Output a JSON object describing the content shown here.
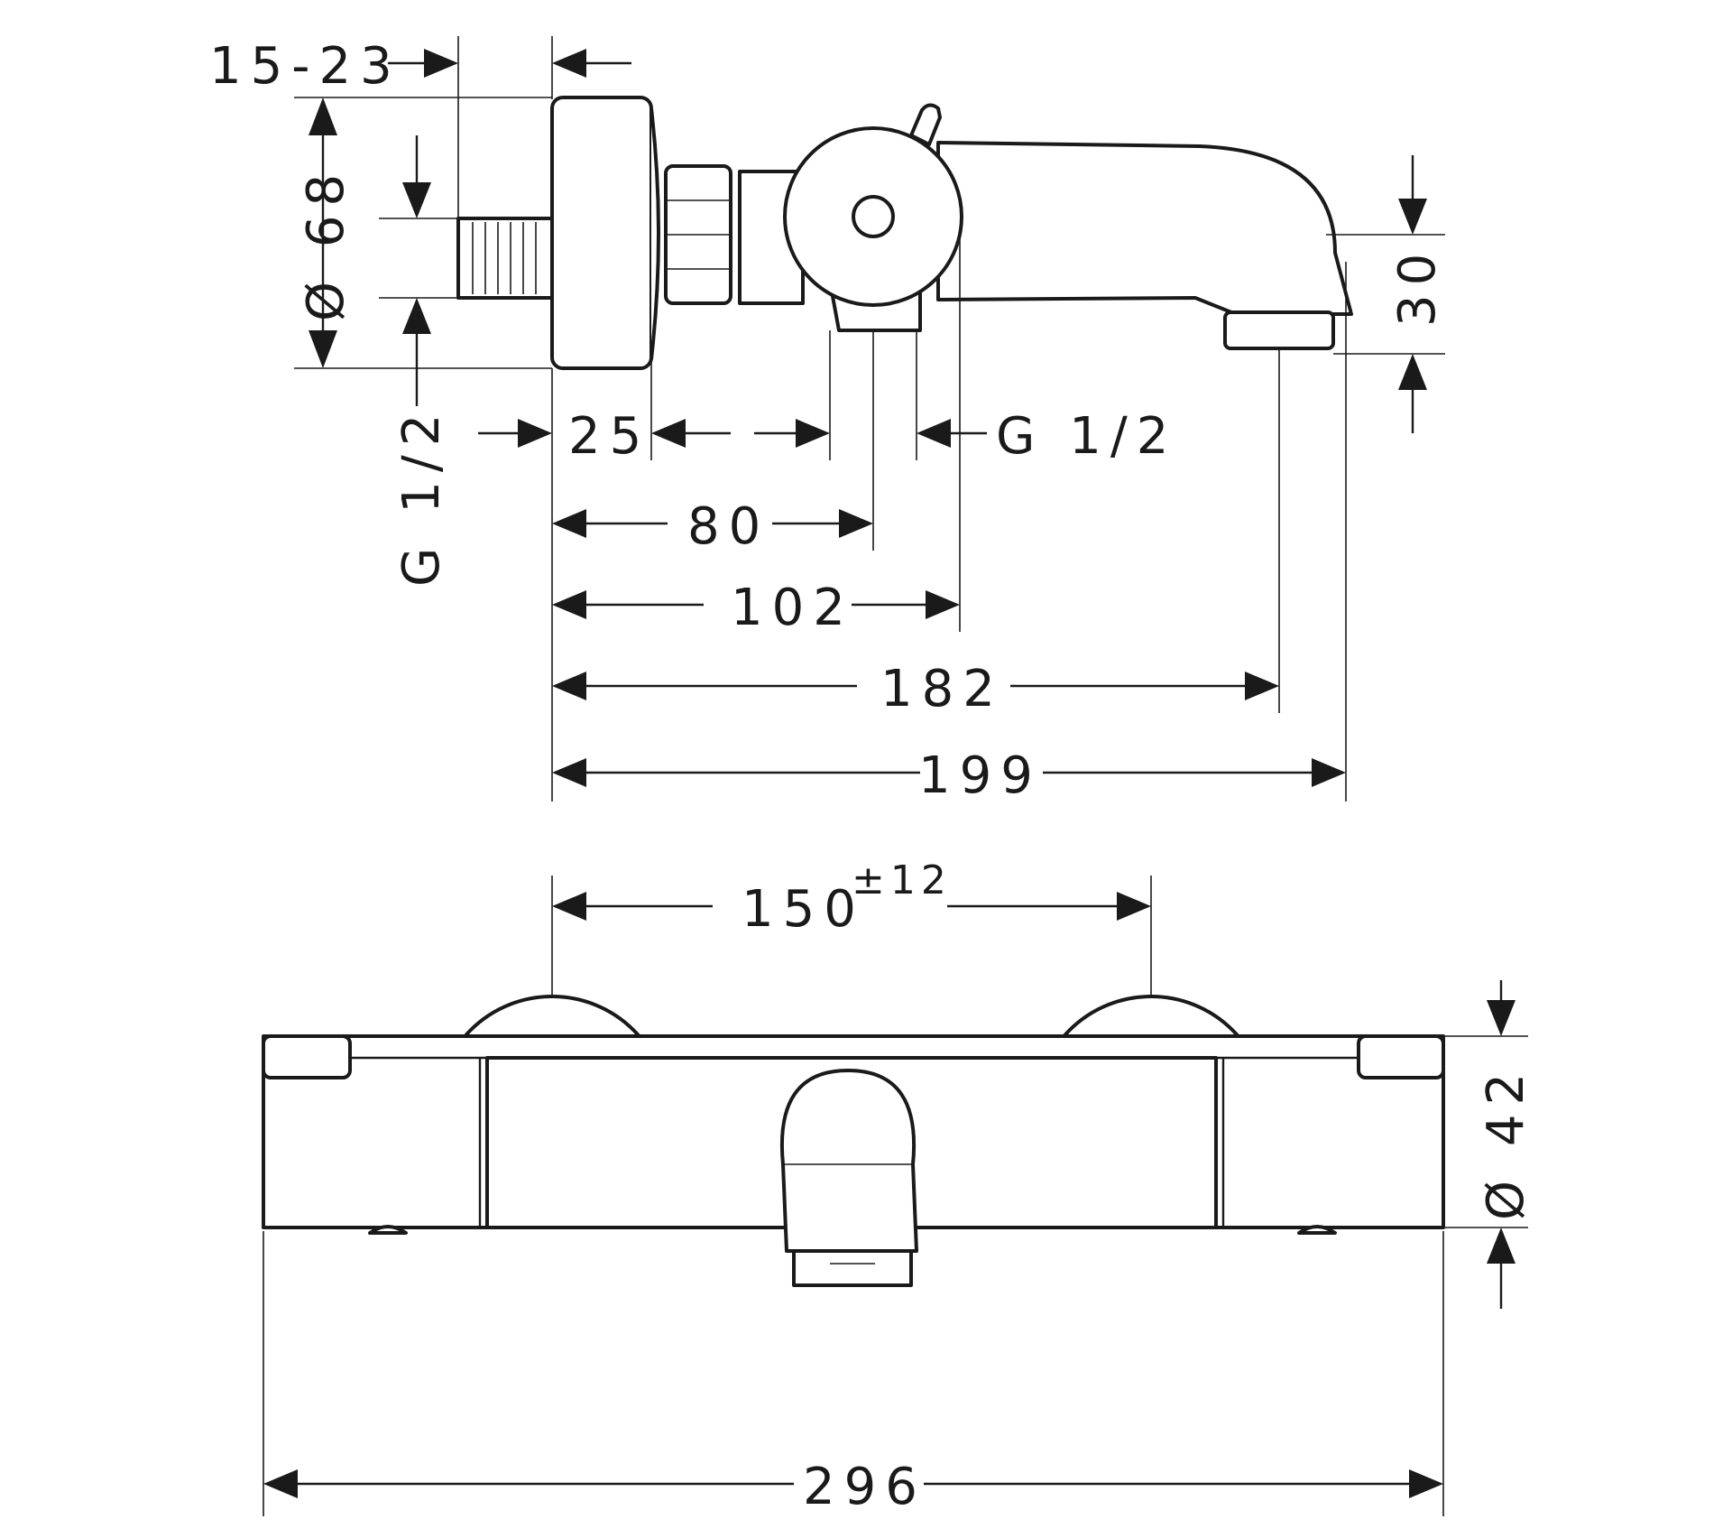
{
  "top_view": {
    "dim_connection_length": "15-23",
    "dim_diameter": "Ø 68",
    "dim_inlet_thread": "G 1/2",
    "dim_25": "25",
    "dim_outlet_thread": "G 1/2",
    "dim_80": "80",
    "dim_102": "102",
    "dim_182": "182",
    "dim_199": "199",
    "dim_30": "30"
  },
  "front_view": {
    "dim_centers": "150",
    "dim_centers_tolerance": "±12",
    "dim_diameter_body": "Ø 42",
    "dim_296": "296"
  },
  "colors": {
    "line": "#1a1a1a",
    "background": "#ffffff"
  }
}
